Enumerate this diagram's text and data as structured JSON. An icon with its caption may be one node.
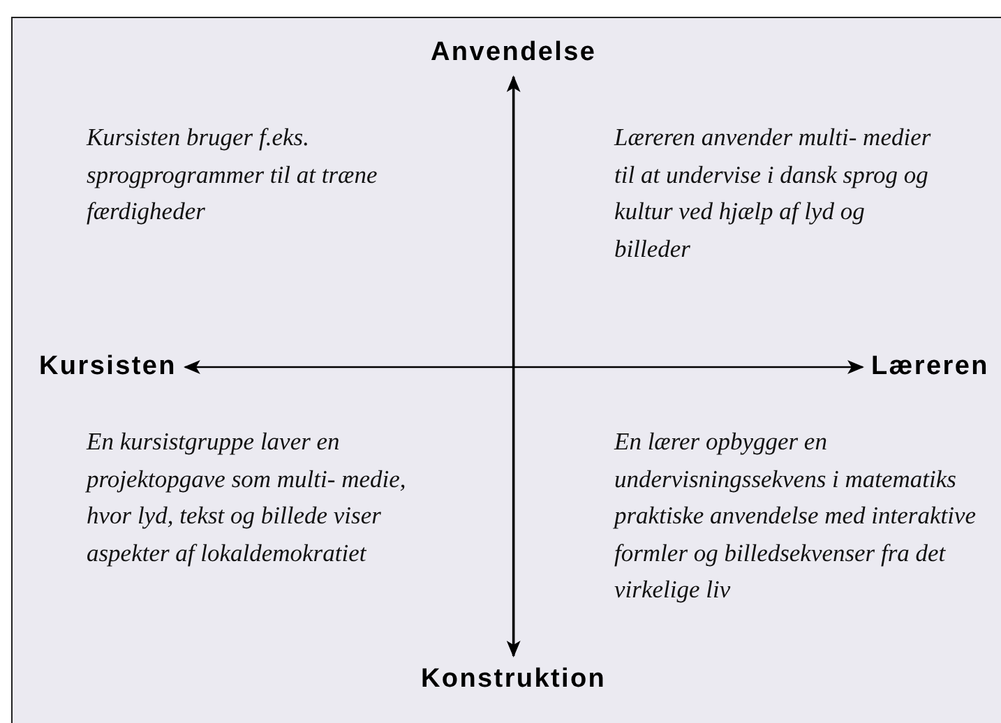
{
  "diagram": {
    "nodes": [
      {
        "text": [
          "Anvendelse"
        ]
      },
      {
        "text": [
          "Kursisten"
        ]
      },
      {
        "text": [
          "Læreren"
        ]
      },
      {
        "text": [
          "Konstruktion"
        ]
      }
    ],
    "edges": [
      {
        "from": 0,
        "to": 3,
        "arrow": "both"
      },
      {
        "from": 1,
        "to": 2,
        "arrow": "both"
      }
    ],
    "labels": [
      "Kursisten bruger f.eks. sprogprogrammer til at træne færdigheder",
      "Læreren anvender multi- medier til at undervise i dansk sprog og kultur ved hjælp af lyd og billeder",
      "En kursistgruppe laver en projektopgave som multi- medie, hvor lyd, tekst og billede viser aspekter af lokaldemokratiet",
      "En lærer opbygger en undervisningssekvens i matematiks praktiske anvendelse med interaktive formler og billedsekvenser fra det virkelige liv"
    ]
  }
}
